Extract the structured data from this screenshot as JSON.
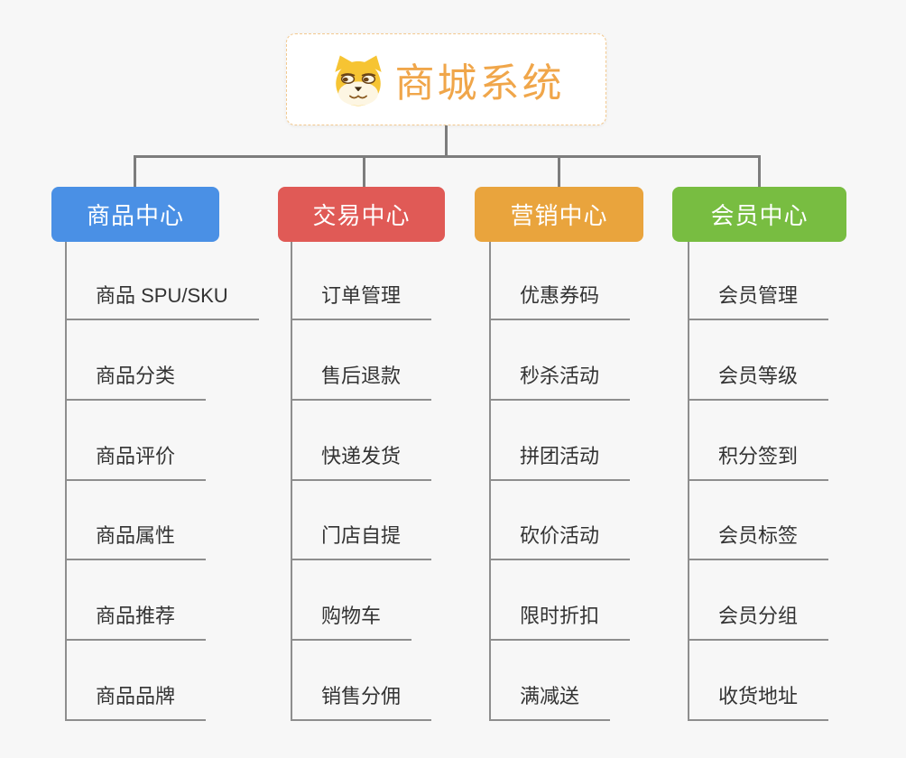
{
  "canvas": {
    "background_color": "#f7f7f7",
    "connector_color": "#7d7d7d",
    "leaf_line_color": "#8e8e8e",
    "leaf_text_color": "#333333"
  },
  "root": {
    "title": "商城系统",
    "title_color": "#f0a64a",
    "border_color": "#f3c98f",
    "icon": "shiba-dog-icon"
  },
  "branches": [
    {
      "label": "商品中心",
      "color": "#4a90e5",
      "items": [
        "商品 SPU/SKU",
        "商品分类",
        "商品评价",
        "商品属性",
        "商品推荐",
        "商品品牌"
      ]
    },
    {
      "label": "交易中心",
      "color": "#e05a56",
      "items": [
        "订单管理",
        "售后退款",
        "快递发货",
        "门店自提",
        "购物车",
        "销售分佣"
      ]
    },
    {
      "label": "营销中心",
      "color": "#e9a43d",
      "items": [
        "优惠券码",
        "秒杀活动",
        "拼团活动",
        "砍价活动",
        "限时折扣",
        "满减送"
      ]
    },
    {
      "label": "会员中心",
      "color": "#78bd41",
      "items": [
        "会员管理",
        "会员等级",
        "积分签到",
        "会员标签",
        "会员分组",
        "收货地址"
      ]
    }
  ]
}
